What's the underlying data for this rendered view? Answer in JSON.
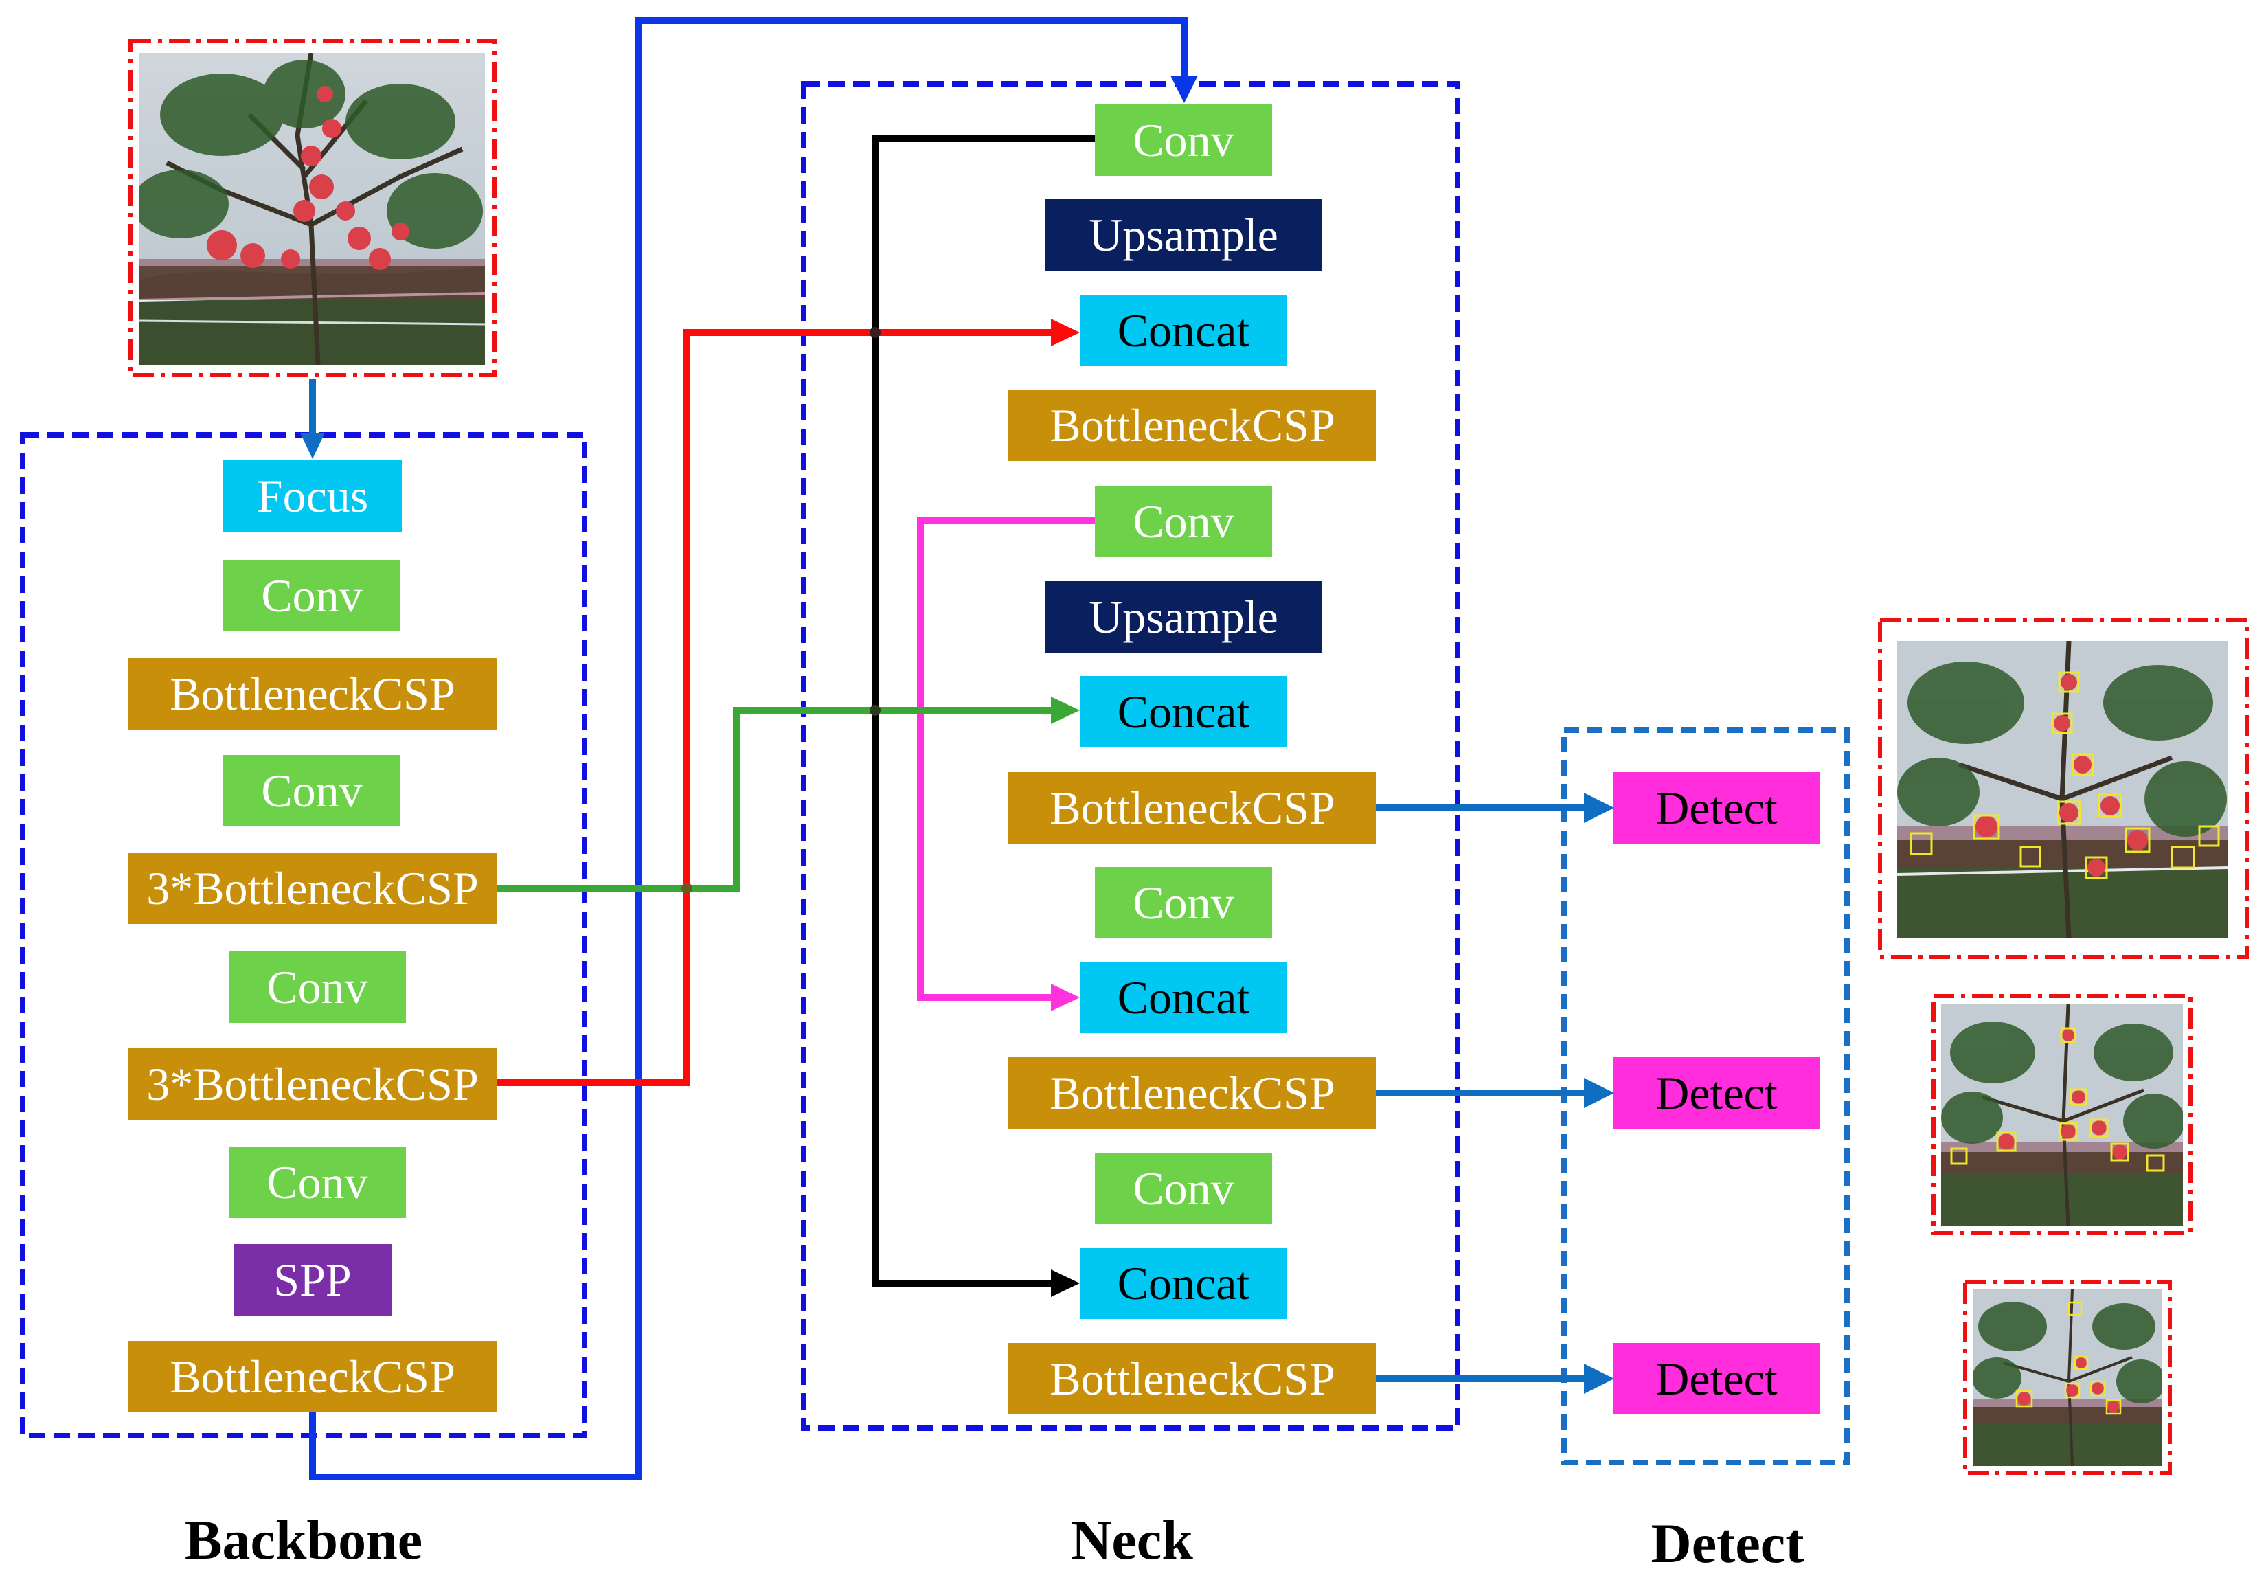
{
  "sections": {
    "backbone": "Backbone",
    "neck": "Neck",
    "detect": "Detect"
  },
  "backbone": {
    "focus": "Focus",
    "conv1": "Conv",
    "bcsp1": "BottleneckCSP",
    "conv2": "Conv",
    "bcsp3_a": "3*BottleneckCSP",
    "conv3": "Conv",
    "bcsp3_b": "3*BottleneckCSP",
    "conv4": "Conv",
    "spp": "SPP",
    "bcsp_last": "BottleneckCSP"
  },
  "neck": {
    "conv1": "Conv",
    "upsample1": "Upsample",
    "concat1": "Concat",
    "bcsp1": "BottleneckCSP",
    "conv2": "Conv",
    "upsample2": "Upsample",
    "concat2": "Concat",
    "bcsp2": "BottleneckCSP",
    "conv3": "Conv",
    "concat3": "Concat",
    "bcsp3": "BottleneckCSP",
    "conv4": "Conv",
    "concat4": "Concat",
    "bcsp4": "BottleneckCSP"
  },
  "detect": {
    "head1": "Detect",
    "head2": "Detect",
    "head3": "Detect"
  },
  "colors": {
    "conv": "#6dd14a",
    "focus": "#00c8f2",
    "bottleneck_csp": "#c8900a",
    "spp": "#7a2ea8",
    "upsample": "#0a1f5e",
    "concat": "#00c8f2",
    "detect": "#ff2ddc",
    "frame_blue": "#1010e0",
    "frame_detect": "#1a6fc4",
    "frame_red": "#ee1111",
    "link_blue": "#0a36e8",
    "link_red": "#ff0a0a",
    "link_green": "#3aa835",
    "link_magenta": "#ff33dd",
    "link_black": "#000000",
    "link_detect": "#0f6ec2"
  }
}
